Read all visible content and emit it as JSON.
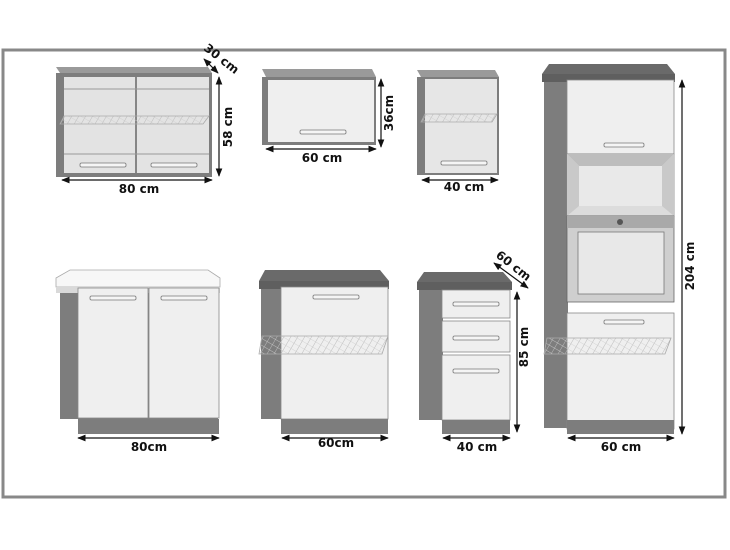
{
  "labels": {
    "top_80_depth": "30 cm",
    "top_80_height": "58 cm",
    "top_80_width": "80 cm",
    "top_60_height": "36cm",
    "top_60_width": "60 cm",
    "top_40_width": "40 cm",
    "base_80_width": "80cm",
    "base_60_width": "60cm",
    "base_40_depth": "60 cm",
    "base_40_height": "85 cm",
    "base_40_width": "40 cm",
    "tall_height": "204 cm",
    "tall_width": "60 cm"
  },
  "colors": {
    "frame": "#888888",
    "carcass": "#7d7d7d",
    "carcass_dark": "#5f5f5f",
    "front": "#efefef",
    "counter": "#f7f7f7",
    "handle": "#9a9a9a"
  }
}
